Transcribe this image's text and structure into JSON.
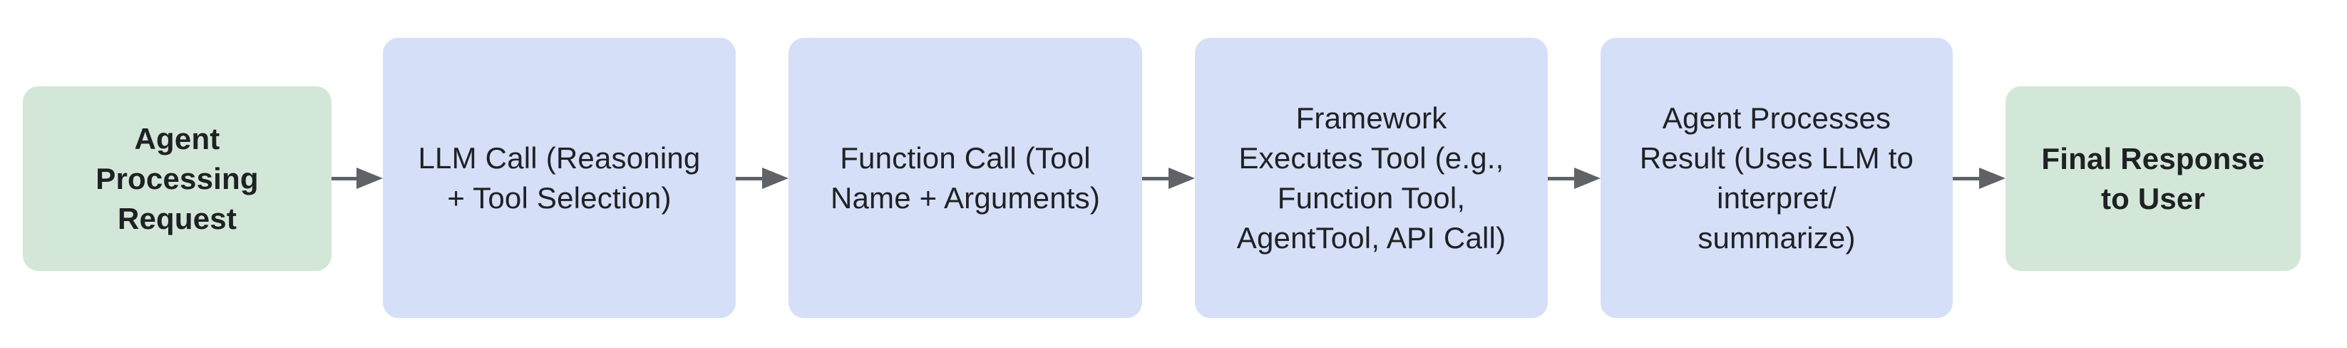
{
  "diagram": {
    "type": "flowchart",
    "direction": "left-to-right",
    "colors": {
      "text": "#202124",
      "arrow": "#5f6368",
      "terminal_fill": "#d3e7d9",
      "process_fill": "#d5dff7"
    },
    "nodes": [
      {
        "id": "agent-processing-request",
        "label": "Agent\nProcessing\nRequest",
        "shape": "rounded-rect",
        "fill": "#d3e7d9",
        "emphasis": "bold"
      },
      {
        "id": "llm-call",
        "label": "LLM Call (Reasoning\n+ Tool Selection)",
        "shape": "rounded-rect",
        "fill": "#d5dff7",
        "emphasis": "regular"
      },
      {
        "id": "function-call",
        "label": "Function Call (Tool\nName + Arguments)",
        "shape": "rounded-rect",
        "fill": "#d5dff7",
        "emphasis": "regular"
      },
      {
        "id": "framework-executes-tool",
        "label": "Framework\nExecutes Tool (e.g.,\nFunction Tool,\nAgentTool, API Call)",
        "shape": "rounded-rect",
        "fill": "#d5dff7",
        "emphasis": "regular"
      },
      {
        "id": "agent-processes-result",
        "label": "Agent Processes\nResult (Uses LLM to\ninterpret/\nsummarize)",
        "shape": "rounded-rect",
        "fill": "#d5dff7",
        "emphasis": "regular"
      },
      {
        "id": "final-response-to-user",
        "label": "Final Response\nto User",
        "shape": "rounded-rect",
        "fill": "#d3e7d9",
        "emphasis": "bold"
      }
    ],
    "edges": [
      {
        "from": "agent-processing-request",
        "to": "llm-call"
      },
      {
        "from": "llm-call",
        "to": "function-call"
      },
      {
        "from": "function-call",
        "to": "framework-executes-tool"
      },
      {
        "from": "framework-executes-tool",
        "to": "agent-processes-result"
      },
      {
        "from": "agent-processes-result",
        "to": "final-response-to-user"
      }
    ]
  }
}
